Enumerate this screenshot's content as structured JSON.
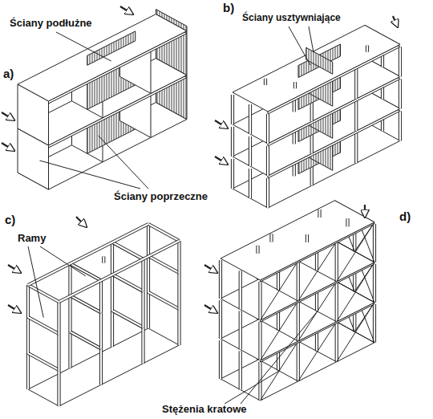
{
  "diagram": {
    "labels": [
      "a)",
      "b)",
      "c)",
      "d)",
      "Ściany podłużne",
      "Ściany usztywniające",
      "Ściany poprzeczne",
      "Ramy",
      "Stężenia kratowe"
    ]
  }
}
